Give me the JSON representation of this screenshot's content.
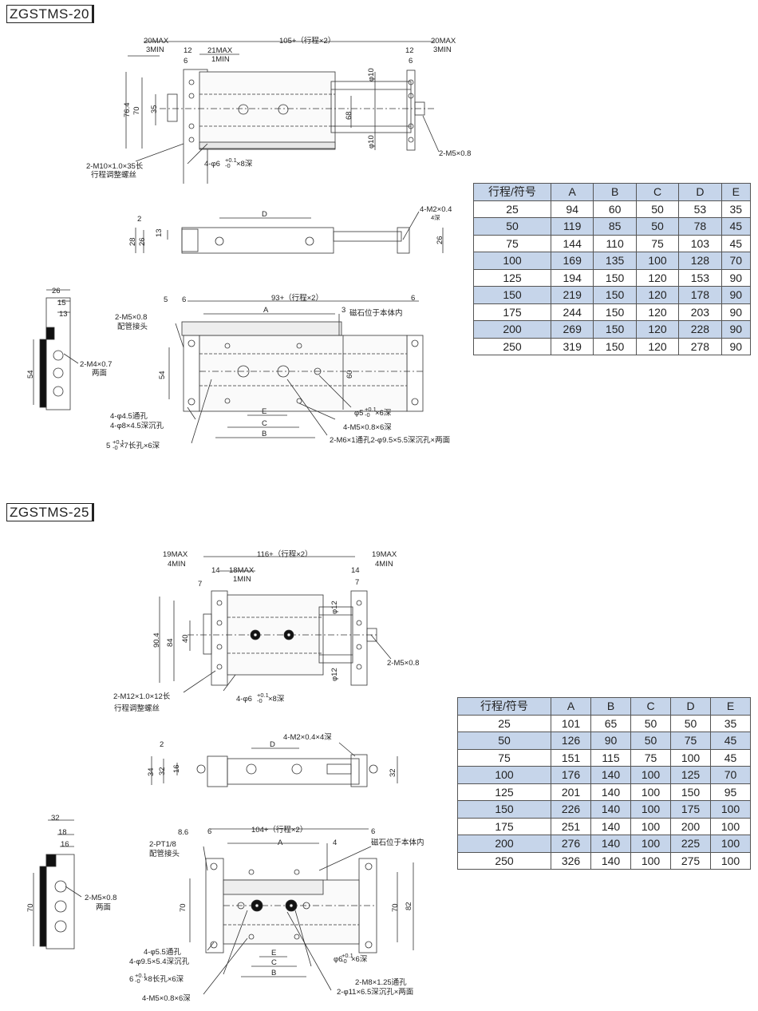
{
  "sections": [
    {
      "title": "ZGSTMS-20",
      "top_view": {
        "labels": [
          "20MAX",
          "3MIN",
          "12",
          "6",
          "21MAX",
          "1MIN",
          "105+（行程×2）",
          "12",
          "6",
          "20MAX",
          "3MIN",
          "76.4",
          "70",
          "35",
          "φ10",
          "68",
          "φ10",
          "2-M10×1.0×35长",
          "行程调整螺丝",
          "4-φ6",
          "+0.1",
          "-0",
          "×8深",
          "2-M5×0.8"
        ]
      },
      "side_view": {
        "labels": [
          "2",
          "28",
          "26",
          "13",
          "D",
          "4-M2×0.4",
          "4深",
          "26"
        ]
      },
      "end_view": {
        "labels": [
          "26",
          "15",
          "13",
          "54",
          "2-M4×0.7",
          "两面"
        ]
      },
      "bottom_view": {
        "labels": [
          "5",
          "6",
          "93+（行程×2）",
          "6",
          "3",
          "2-M5×0.8",
          "配管接头",
          "A",
          "磁石位于本体内",
          "54",
          "60",
          "φ5",
          "+0.1",
          "-0",
          "×6深",
          "4-M5×0.8×6深",
          "E",
          "C",
          "B",
          "4-φ4.5通孔",
          "4-φ8×4.5深沉孔",
          "5",
          "+0.1",
          "-0",
          "×7长孔×6深",
          "2-M6×1通孔2-φ9.5×5.5深沉孔×两面"
        ]
      },
      "table": {
        "headers": [
          "行程/符号",
          "A",
          "B",
          "C",
          "D",
          "E"
        ],
        "rows": [
          [
            "25",
            "94",
            "60",
            "50",
            "53",
            "35"
          ],
          [
            "50",
            "119",
            "85",
            "50",
            "78",
            "45"
          ],
          [
            "75",
            "144",
            "110",
            "75",
            "103",
            "45"
          ],
          [
            "100",
            "169",
            "135",
            "100",
            "128",
            "70"
          ],
          [
            "125",
            "194",
            "150",
            "120",
            "153",
            "90"
          ],
          [
            "150",
            "219",
            "150",
            "120",
            "178",
            "90"
          ],
          [
            "175",
            "244",
            "150",
            "120",
            "203",
            "90"
          ],
          [
            "200",
            "269",
            "150",
            "120",
            "228",
            "90"
          ],
          [
            "250",
            "319",
            "150",
            "120",
            "278",
            "90"
          ]
        ]
      }
    },
    {
      "title": "ZGSTMS-25",
      "top_view": {
        "labels": [
          "19MAX",
          "4MIN",
          "14",
          "7",
          "18MAX",
          "1MIN",
          "116+（行程×2）",
          "14",
          "7",
          "19MAX",
          "4MIN",
          "90.4",
          "84",
          "40",
          "φ12",
          "φ12",
          "2-M5×0.8",
          "2-M12×1.0×12长",
          "行程调整螺丝",
          "4-φ6",
          "+0.1",
          "-0",
          "×8深"
        ]
      },
      "side_view": {
        "labels": [
          "2",
          "34",
          "32",
          "16",
          "D",
          "4-M2×0.4×4深",
          "32"
        ]
      },
      "end_view": {
        "labels": [
          "32",
          "18",
          "16",
          "70",
          "2-M5×0.8",
          "两面"
        ]
      },
      "bottom_view": {
        "labels": [
          "8.6",
          "6",
          "104+（行程×2）",
          "6",
          "A",
          "4",
          "磁石位于本体内",
          "2-PT1/8",
          "配管接头",
          "70",
          "70",
          "82",
          "4-φ5.5通孔",
          "4-φ9.5×5.4深沉孔",
          "6",
          "+0.1",
          "-0",
          "×8长孔×6深",
          "φ6",
          "+0.1",
          "-0",
          "×6深",
          "E",
          "C",
          "B",
          "2-M8×1.25通孔",
          "2-φ11×6.5深沉孔×两面",
          "4-M5×0.8×6深"
        ]
      },
      "table": {
        "headers": [
          "行程/符号",
          "A",
          "B",
          "C",
          "D",
          "E"
        ],
        "rows": [
          [
            "25",
            "101",
            "65",
            "50",
            "50",
            "35"
          ],
          [
            "50",
            "126",
            "90",
            "50",
            "75",
            "45"
          ],
          [
            "75",
            "151",
            "115",
            "75",
            "100",
            "45"
          ],
          [
            "100",
            "176",
            "140",
            "100",
            "125",
            "70"
          ],
          [
            "125",
            "201",
            "140",
            "100",
            "150",
            "95"
          ],
          [
            "150",
            "226",
            "140",
            "100",
            "175",
            "100"
          ],
          [
            "175",
            "251",
            "140",
            "100",
            "200",
            "100"
          ],
          [
            "200",
            "276",
            "140",
            "100",
            "225",
            "100"
          ],
          [
            "250",
            "326",
            "140",
            "100",
            "275",
            "100"
          ]
        ]
      }
    }
  ]
}
